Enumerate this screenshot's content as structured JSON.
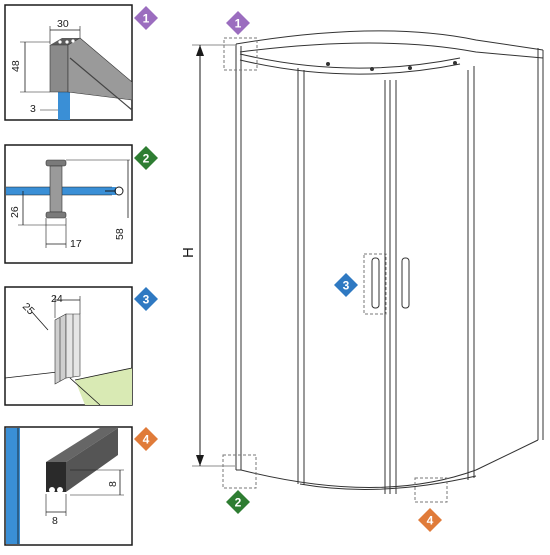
{
  "dimensions": {
    "profile_width": "30",
    "profile_height": "48",
    "glass_thickness": "3",
    "handle_offset": "26",
    "handle_depth": "17",
    "handle_height": "58",
    "seal_a": "25",
    "seal_b": "24",
    "bottom_h": "8",
    "bottom_w": "8",
    "total_height": "H"
  },
  "badges": [
    {
      "number": "1",
      "color": "#9b6dbf"
    },
    {
      "number": "2",
      "color": "#2e7d32"
    },
    {
      "number": "3",
      "color": "#2f79c2"
    },
    {
      "number": "4",
      "color": "#e07b39"
    }
  ],
  "colors": {
    "glass": "#3a8fd6",
    "floor": "#d9eab4",
    "profile": "#8a8a8a",
    "line": "#1a1a1a"
  }
}
